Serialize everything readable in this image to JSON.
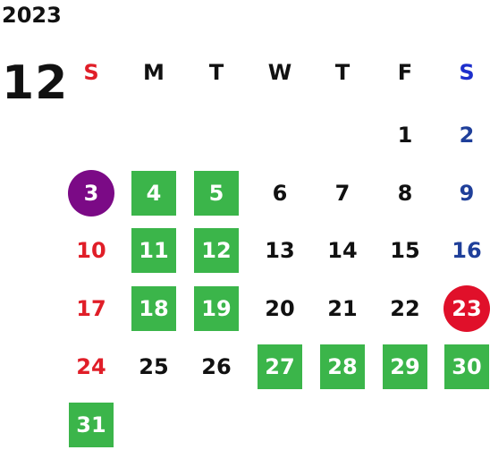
{
  "year": "2023",
  "month": "12",
  "weekdays": [
    "S",
    "M",
    "T",
    "W",
    "T",
    "F",
    "S"
  ],
  "weeks": [
    [
      "",
      "",
      "",
      "",
      "",
      "1",
      "2"
    ],
    [
      "3",
      "4",
      "5",
      "6",
      "7",
      "8",
      "9"
    ],
    [
      "10",
      "11",
      "12",
      "13",
      "14",
      "15",
      "16"
    ],
    [
      "17",
      "18",
      "19",
      "20",
      "21",
      "22",
      "23"
    ],
    [
      "24",
      "25",
      "26",
      "27",
      "28",
      "29",
      "30"
    ],
    [
      "31",
      "",
      "",
      "",
      "",
      "",
      ""
    ]
  ],
  "colors": {
    "sunday": "#e01e28",
    "saturday": "#1f3f9a",
    "highlight_green": "#3bb54a",
    "highlight_purple": "#7b0a86",
    "highlight_red": "#e0102a"
  }
}
